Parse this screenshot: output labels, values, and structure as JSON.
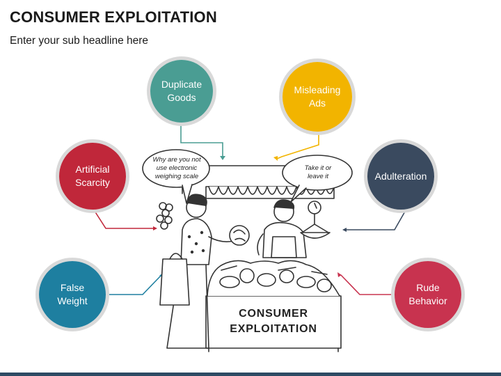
{
  "header": {
    "title": "CONSUMER EXPLOITATION",
    "subtitle": "Enter your sub headline here"
  },
  "nodes": {
    "duplicate_goods": {
      "label_line1": "Duplicate",
      "label_line2": "Goods",
      "color": "#4a9d93"
    },
    "misleading_ads": {
      "label_line1": "Misleading",
      "label_line2": "Ads",
      "color": "#f2b400"
    },
    "artificial_scarcity": {
      "label_line1": "Artificial",
      "label_line2": "Scarcity",
      "color": "#c0273a"
    },
    "adulteration": {
      "label_line1": "Adulteration",
      "label_line2": "",
      "color": "#3a4a5f"
    },
    "false_weight": {
      "label_line1": "False",
      "label_line2": "Weight",
      "color": "#1e7fa0"
    },
    "rude_behavior": {
      "label_line1": "Rude",
      "label_line2": "Behavior",
      "color": "#c8334f"
    }
  },
  "illustration": {
    "bubble_left": {
      "line1": "Why are you not",
      "line2": "use electronic",
      "line3": "weighing scale"
    },
    "bubble_right": {
      "line1": "Take it or",
      "line2": "leave it"
    },
    "stall_sign": {
      "line1": "CONSUMER",
      "line2": "EXPLOITATION"
    }
  },
  "colors": {
    "bottom_bar": "#2d4a63",
    "ring_gray": "#d9d9d9"
  }
}
